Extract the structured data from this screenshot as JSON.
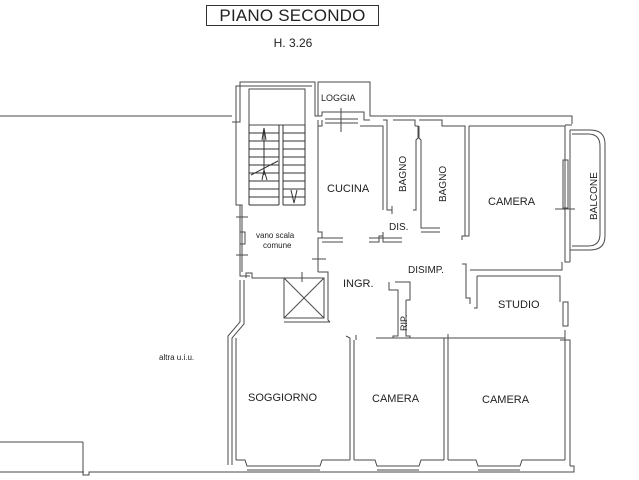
{
  "header": {
    "title": "PIANO SECONDO",
    "height": "H. 3.26"
  },
  "rooms": {
    "loggia": "LOGGIA",
    "cucina": "CUCINA",
    "bagno_1": "BAGNO",
    "bagno_2": "BAGNO",
    "camera_top": "CAMERA",
    "balcone": "BALCONE",
    "dis": "DIS.",
    "vano_scala_1": "vano scala",
    "vano_scala_2": "comune",
    "ingr": "INGR.",
    "disimp": "DISIMP.",
    "rip": "RIP.",
    "studio": "STUDIO",
    "altra_uiu": "altra u.i.u.",
    "soggiorno": "SOGGIORNO",
    "camera_bottom_left": "CAMERA",
    "camera_bottom_right": "CAMERA"
  },
  "colors": {
    "line": "#4a4a4a",
    "text": "#222222",
    "background": "#ffffff"
  }
}
